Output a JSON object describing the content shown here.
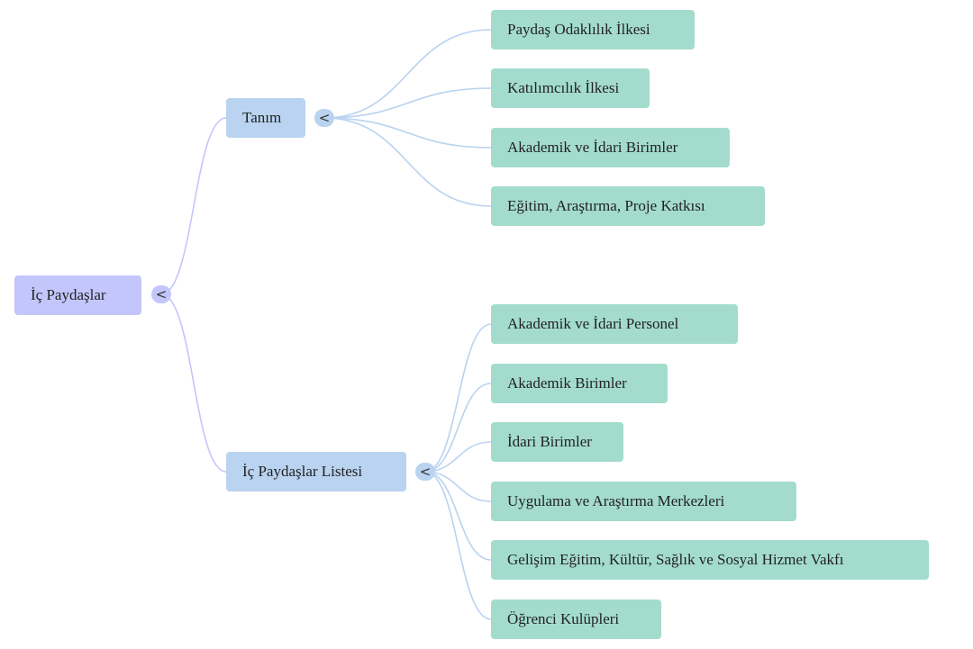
{
  "mindmap": {
    "collapse_glyph": "<",
    "root": {
      "label": "İç Paydaşlar",
      "children": [
        {
          "label": "Tanım",
          "children": [
            "Paydaş Odaklılık İlkesi",
            "Katılımcılık İlkesi",
            "Akademik ve İdari Birimler",
            "Eğitim, Araştırma, Proje Katkısı"
          ]
        },
        {
          "label": "İç Paydaşlar Listesi",
          "children": [
            "Akademik ve İdari Personel",
            "Akademik Birimler",
            "İdari Birimler",
            "Uygulama ve Araştırma Merkezleri",
            "Gelişim Eğitim, Kültür, Sağlık ve Sosyal Hizmet Vakfı",
            "Öğrenci Kulüpleri"
          ]
        }
      ]
    },
    "colors": {
      "root_fill": "#c3c6fb",
      "branch_fill": "#b9d3f0",
      "leaf_fill": "#a3dccd",
      "root_link": "#c3c6fb",
      "branch_link": "#b9d3f0"
    }
  }
}
